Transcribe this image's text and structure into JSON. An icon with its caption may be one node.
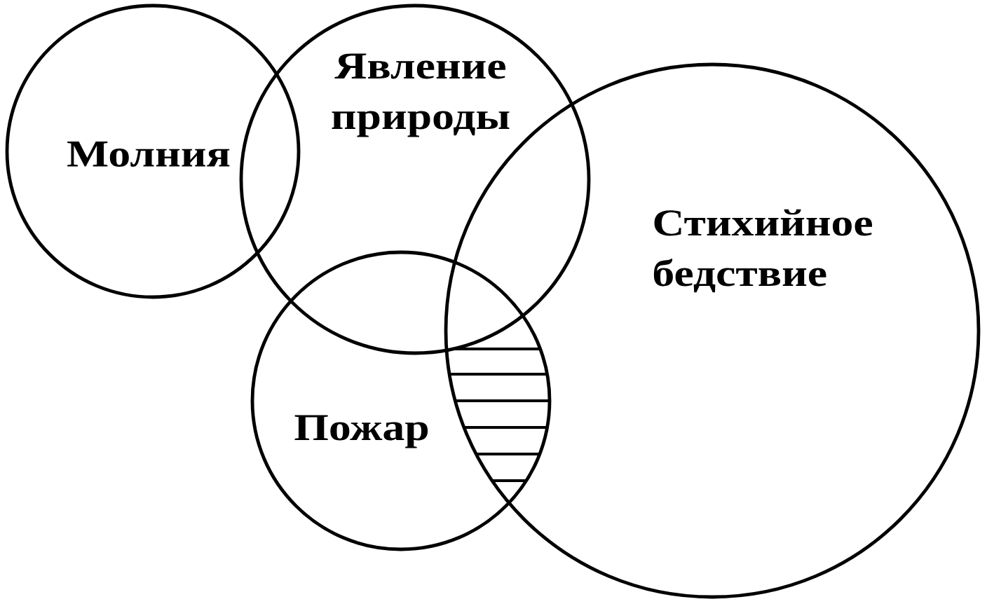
{
  "diagram": {
    "nodes": [
      {
        "text": [
          "Молния"
        ]
      },
      {
        "text": [
          "Явление природы"
        ]
      },
      {
        "text": [
          "Стихийное бедствие"
        ]
      },
      {
        "text": [
          "Пожар"
        ]
      }
    ]
  }
}
